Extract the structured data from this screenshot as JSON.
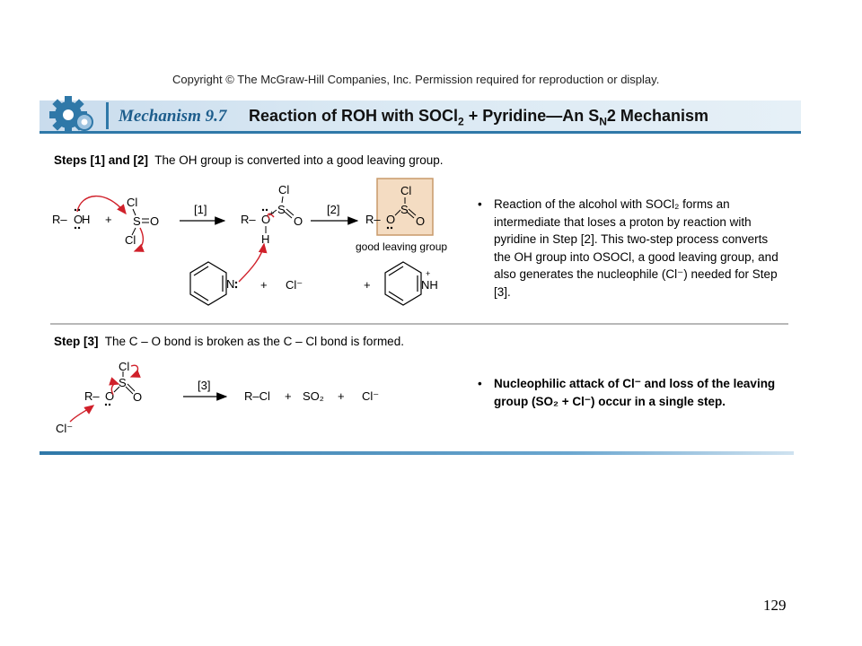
{
  "copyright": "Copyright © The McGraw-Hill Companies, Inc. Permission required for reproduction or display.",
  "header": {
    "mechanism_label": "Mechanism 9.7",
    "title_main": "Reaction of ROH with SOCl",
    "title_sub": "2",
    "title_rest": " + Pyridine—An S",
    "title_sub2": "N",
    "title_end": "2 Mechanism"
  },
  "steps12": {
    "heading_bold": "Steps [1] and [2]",
    "heading_text": "The OH group is converted into a good leaving group.",
    "step1_label": "[1]",
    "step2_label": "[2]",
    "plus1": "+",
    "plus2": "+",
    "plus3": "+",
    "chloride": "Cl⁻",
    "boxed_caption": "good leaving group",
    "bullet": "Reaction of the alcohol with SOCl₂ forms an intermediate that loses a proton by reaction with pyridine in Step [2]. This two-step process converts the OH group into OSOCl, a good leaving group, and also generates the nucleophile (Cl⁻) needed for Step [3]."
  },
  "step3": {
    "heading_bold": "Step [3]",
    "heading_text": "The C – O bond is broken as the C – Cl bond is formed.",
    "step_label": "[3]",
    "product1": "R–Cl",
    "plus_a": "+",
    "product2": "SO₂",
    "plus_b": "+",
    "product3": "Cl⁻",
    "nucleophile": "Cl⁻",
    "bullet": "Nucleophilic attack of Cl⁻ and loss of the leaving group (SO₂ + Cl⁻) occur in a single step."
  },
  "page_number": "129",
  "colors": {
    "accent": "#2f78a8",
    "arrow_red": "#d0202a",
    "box": "#f4dcc2"
  }
}
